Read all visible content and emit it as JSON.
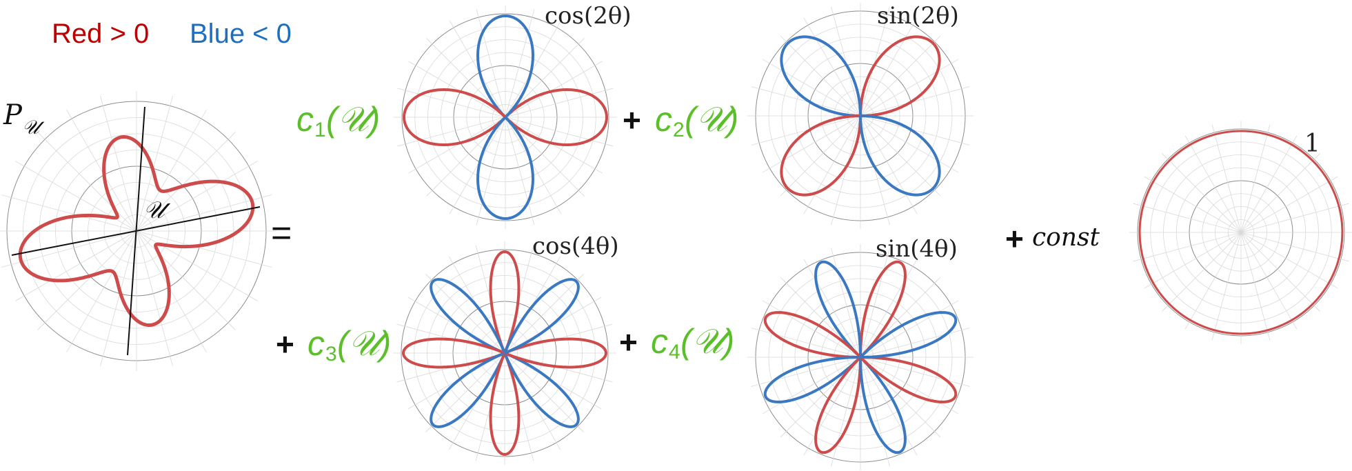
{
  "legend": {
    "positive": "Red > 0",
    "negative": "Blue < 0",
    "positive_color": "#c00000",
    "negative_color": "#1f6fbf"
  },
  "colors": {
    "curve_red": "#cd4b4b",
    "curve_blue": "#3a78c2",
    "coef_green": "#5bbf2a",
    "grid": "#d9d9d9",
    "grid_dark": "#8c8c8c",
    "axis": "#111111"
  },
  "lhs": {
    "label": "P",
    "subscript": "𝒰",
    "center_label": "𝒰",
    "equals": "="
  },
  "plots": [
    {
      "id": "cos2",
      "title": "cos(2θ)"
    },
    {
      "id": "sin2",
      "title": "sin(2θ)"
    },
    {
      "id": "cos4",
      "title": "cos(4θ)"
    },
    {
      "id": "sin4",
      "title": "sin(4θ)"
    },
    {
      "id": "const",
      "title": "1"
    }
  ],
  "terms": [
    {
      "prefix": "",
      "coef": "c",
      "index": "1",
      "arg": "(𝒰)"
    },
    {
      "prefix": "+",
      "coef": "c",
      "index": "2",
      "arg": "(𝒰)"
    },
    {
      "prefix": "+",
      "coef": "c",
      "index": "3",
      "arg": "(𝒰)"
    },
    {
      "prefix": "+",
      "coef": "c",
      "index": "4",
      "arg": "(𝒰)"
    }
  ],
  "const_term": {
    "prefix": "+",
    "label": "const"
  }
}
